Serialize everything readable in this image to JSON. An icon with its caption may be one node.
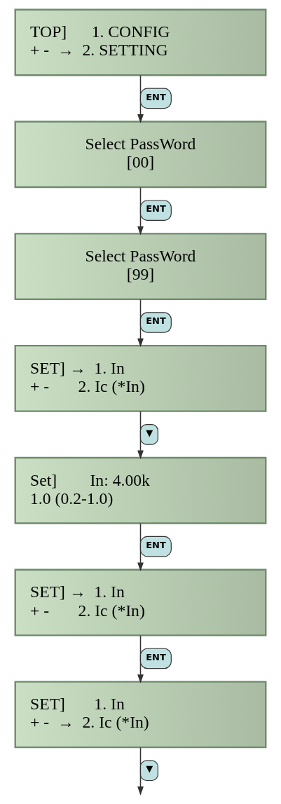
{
  "diagram": {
    "nodes": [
      {
        "text": [
          "TOP]      1. CONFIG",
          "+ -  →  2. SETTING"
        ]
      },
      {
        "text": [
          "Select PassWord",
          "[00]"
        ]
      },
      {
        "text": [
          "Select PassWord",
          "[99]"
        ]
      },
      {
        "text": [
          "SET] →  1. In",
          "+ -       2. Ic (*In)"
        ]
      },
      {
        "text": [
          "Set]        In: 4.00k",
          "1.0 (0.2-1.0)"
        ]
      },
      {
        "text": [
          "SET] →  1. In",
          "+ -       2. Ic (*In)"
        ]
      },
      {
        "text": [
          "SET]       1. In",
          "+ -  →  2. Ic (*In)"
        ]
      }
    ],
    "edges": [
      {
        "from": 0,
        "to": 1,
        "arrow": "to",
        "label": "ENT"
      },
      {
        "from": 1,
        "to": 2,
        "arrow": "to",
        "label": "ENT"
      },
      {
        "from": 2,
        "to": 3,
        "arrow": "to",
        "label": "ENT"
      },
      {
        "from": 3,
        "to": 4,
        "arrow": "to",
        "label": "▼"
      },
      {
        "from": 4,
        "to": 5,
        "arrow": "to",
        "label": "ENT"
      },
      {
        "from": 5,
        "to": 6,
        "arrow": "to",
        "label": "ENT"
      },
      {
        "from": 6,
        "to": null,
        "arrow": "to",
        "label": "▼"
      }
    ]
  }
}
